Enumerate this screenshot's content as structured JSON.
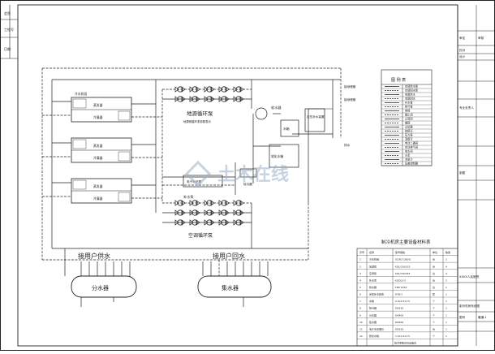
{
  "title_block": {
    "row1": [
      "审定",
      "校对",
      "设计"
    ],
    "row2": [
      "审核",
      "专业负责人",
      "制图"
    ],
    "project": "XXXX人民医院",
    "drawing_name": "制冷机房系统图",
    "drawing_no": "暖通-1",
    "scale": "图号"
  },
  "left_strip": [
    "会签",
    "工程号",
    "日期"
  ],
  "labels": {
    "dihuan": "地源循环泵",
    "dihuan_note": "地源侧循环泵参数表示",
    "yonghu_gong": "接用户供水",
    "yonghu_hui": "接用户回水",
    "fenshuiqi": "分水器",
    "jishuiqi": "集水器",
    "dingya": "定压补水装置",
    "shuixiang": "水箱",
    "ruanhua": "软化水箱",
    "chili": "除污器",
    "dianzi": "电子水处理",
    "kongtiao": "空调循环泵",
    "bushui": "补水泵",
    "ruanshui": "软水器",
    "zhuji": "冷水机组",
    "zhengfa": "蒸发器",
    "lengning": "冷凝器",
    "paishui": "排水",
    "jie_dire": "接地埋管",
    "jie_dire2": "接地埋管"
  },
  "legend": {
    "title": "图 例 表",
    "items": [
      "空调供水管",
      "空调回水管",
      "地源供水",
      "地源回水",
      "补水管",
      "排污管",
      "闸阀",
      "截止阀",
      "止回阀",
      "蝶阀",
      "过滤器",
      "软接头",
      "压力表",
      "温度计",
      "电动二通阀",
      "自动排气阀",
      "放水阀",
      "水泵",
      "流量计",
      "压差控制器"
    ]
  },
  "material_table": {
    "title": "制冷机房主要设备材料表",
    "headers": [
      "序号",
      "名称",
      "型号规格",
      "单位",
      "数量"
    ],
    "rows": [
      [
        "1",
        "冷水机组",
        "SCW2-180/Q",
        "台",
        "3"
      ],
      [
        "2",
        "地源泵",
        "KQL150/315",
        "台",
        "4"
      ],
      [
        "3",
        "空调泵",
        "KQL150/315",
        "台",
        "4"
      ],
      [
        "4",
        "补水泵",
        "KQDL2-5",
        "台",
        "2"
      ],
      [
        "5",
        "软水器",
        "FRP-1054",
        "台",
        "1"
      ],
      [
        "6",
        "定压补水装置",
        "DYB-2",
        "套",
        "1"
      ],
      [
        "7",
        "水箱",
        "2.0x1.5x1.5",
        "个",
        "1"
      ],
      [
        "8",
        "除污器",
        "DN250",
        "个",
        "2"
      ],
      [
        "9",
        "分水器",
        "DN400",
        "个",
        "1"
      ],
      [
        "10",
        "集水器",
        "DN400",
        "个",
        "1"
      ],
      [
        "11",
        "电子水处理仪",
        "DN250",
        "台",
        "1"
      ],
      [
        "12",
        "软化水箱",
        "1.5x1.0x1.5",
        "个",
        "1"
      ]
    ],
    "footer": "技术参数详见设备表"
  },
  "watermark": "土木在线"
}
